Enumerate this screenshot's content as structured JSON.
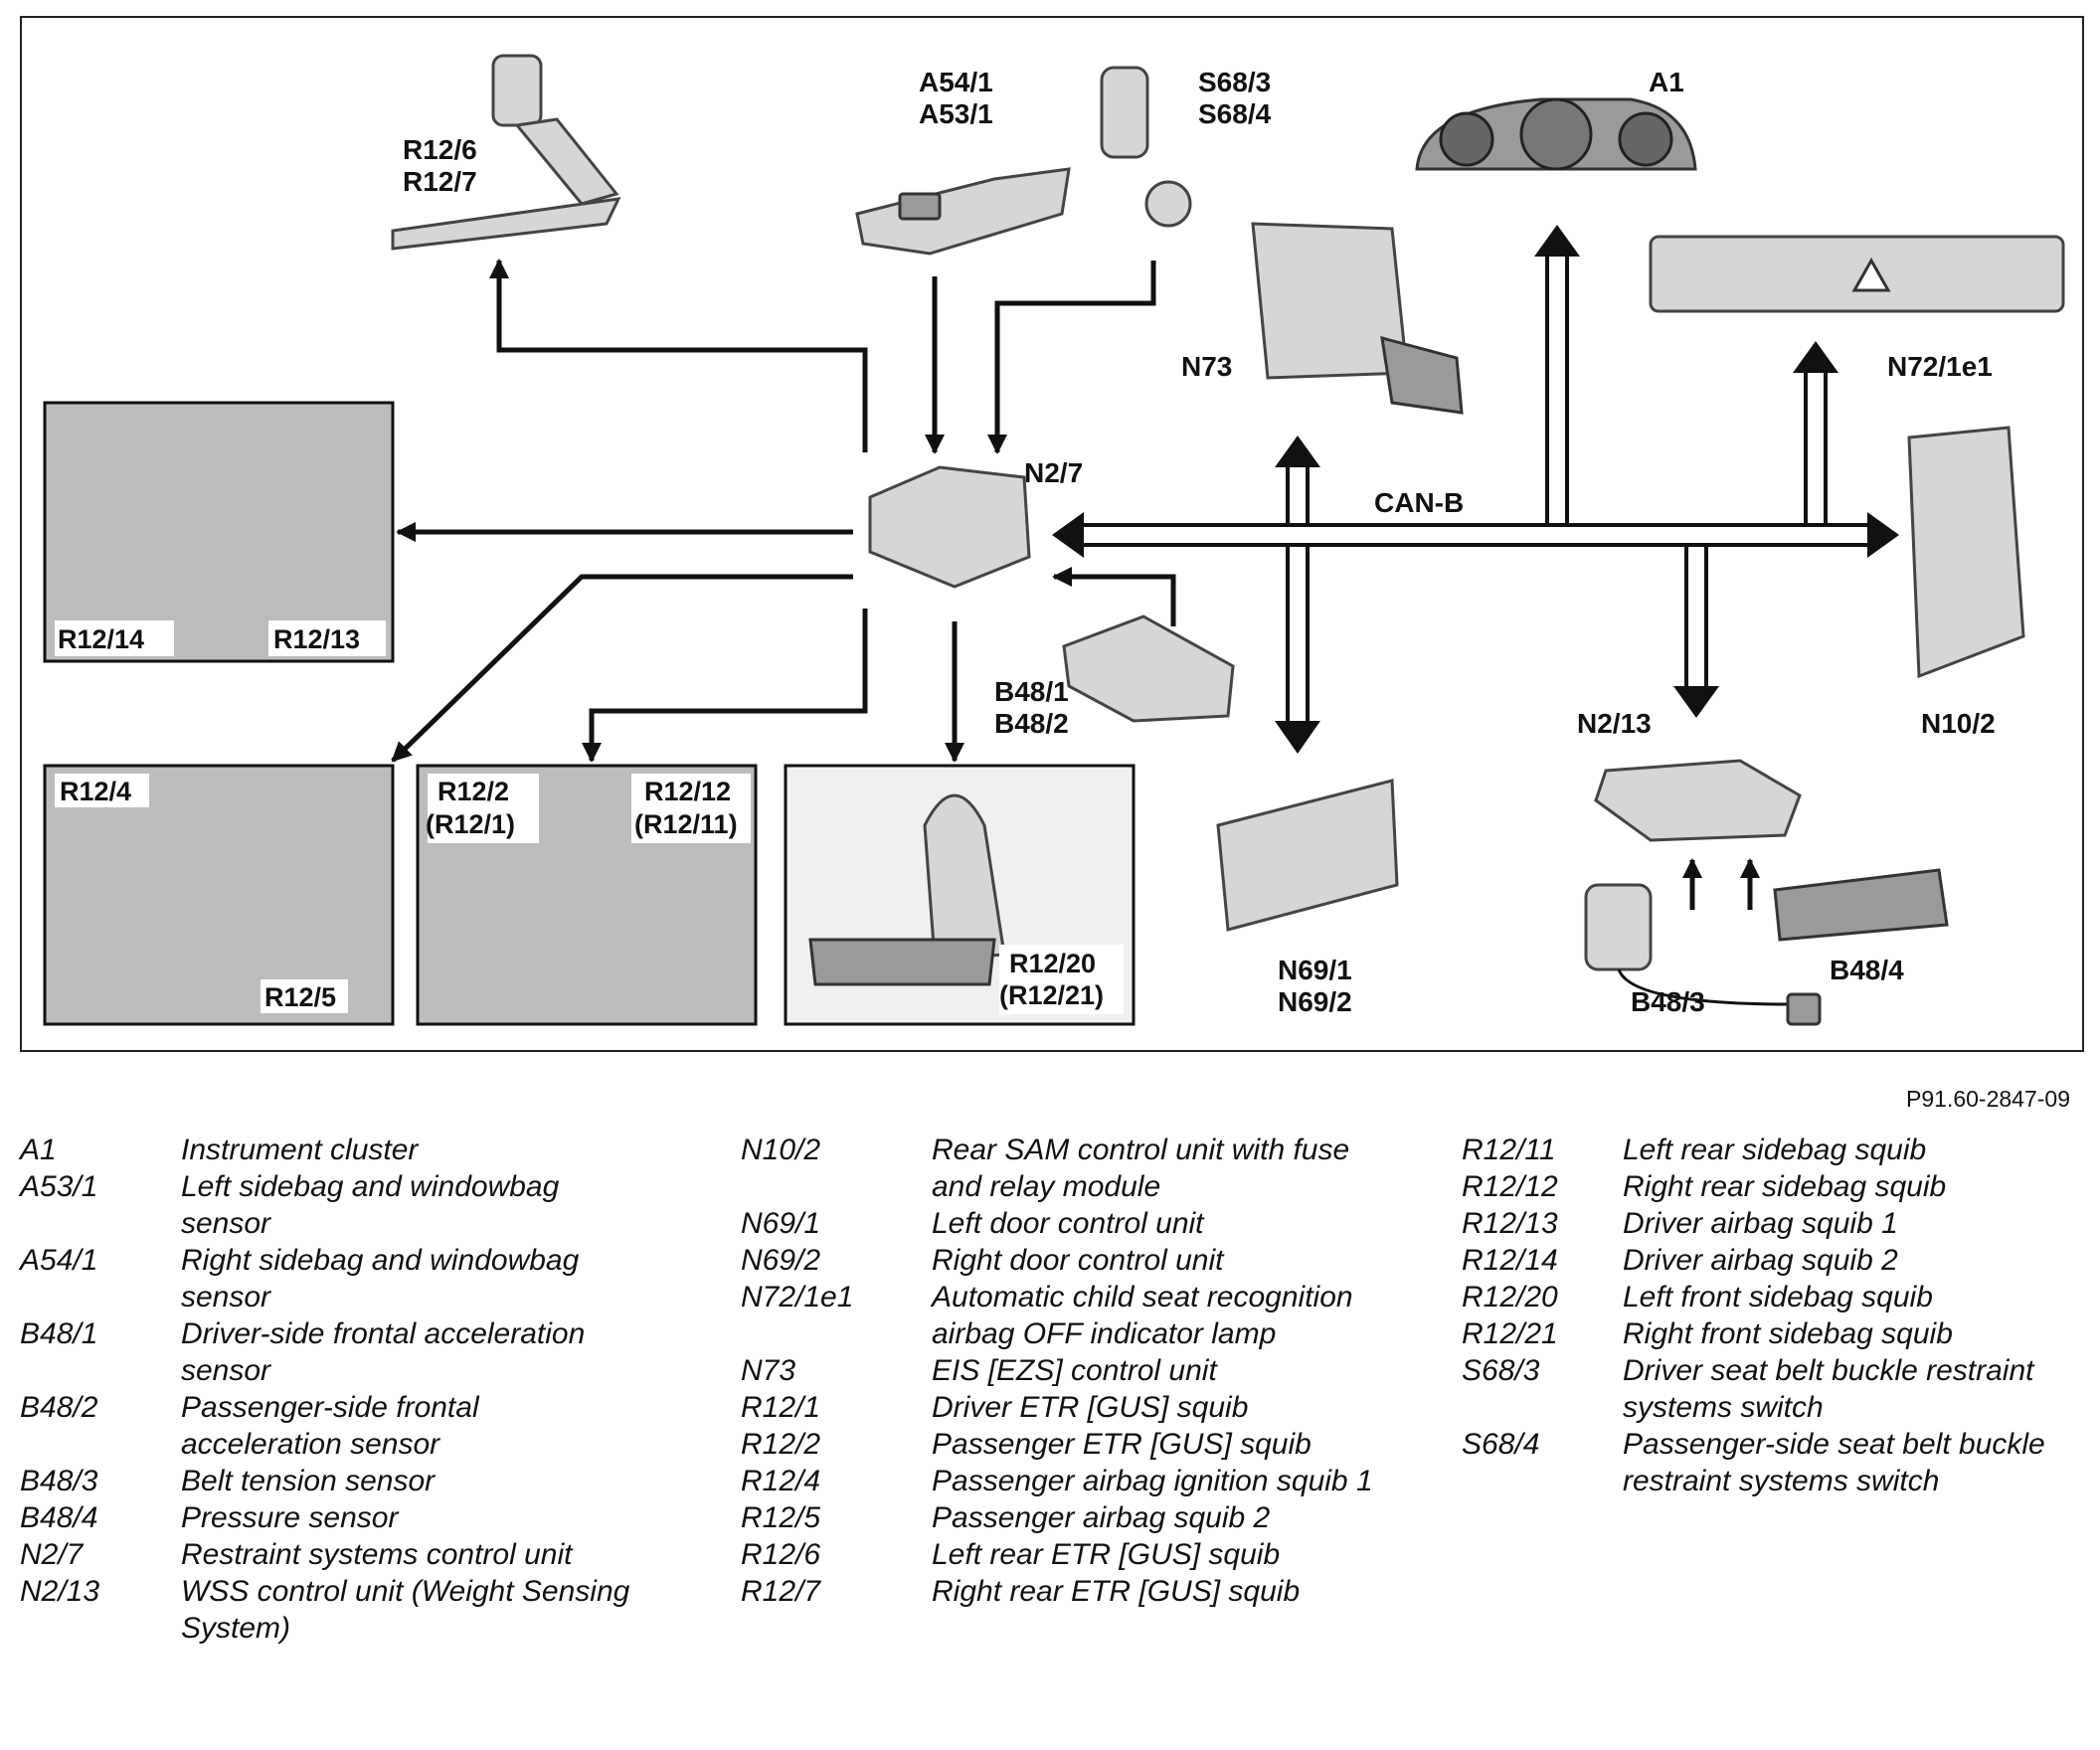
{
  "diagram": {
    "labels": {
      "r12_6": "R12/6",
      "r12_7": "R12/7",
      "a54_1": "A54/1",
      "a53_1": "A53/1",
      "s68_3": "S68/3",
      "s68_4": "S68/4",
      "a1": "A1",
      "n73": "N73",
      "n72_1e1": "N72/1e1",
      "n2_7": "N2/7",
      "can_b": "CAN-B",
      "r12_14": "R12/14",
      "r12_13": "R12/13",
      "b48_1": "B48/1",
      "b48_2": "B48/2",
      "n2_13": "N2/13",
      "n10_2": "N10/2",
      "r12_4": "R12/4",
      "r12_5": "R12/5",
      "r12_2": "R12/2",
      "r12_1_paren": "(R12/1)",
      "r12_12": "R12/12",
      "r12_11_paren": "(R12/11)",
      "r12_20": "R12/20",
      "r12_21_paren": "(R12/21)",
      "n69_1": "N69/1",
      "n69_2": "N69/2",
      "b48_3": "B48/3",
      "b48_4": "B48/4"
    },
    "figure_code": "P91.60-2847-09"
  },
  "legend": {
    "col1": [
      {
        "code": "A1",
        "desc": "Instrument cluster"
      },
      {
        "code": "A53/1",
        "desc": "Left sidebag and windowbag sensor"
      },
      {
        "code": "A54/1",
        "desc": "Right sidebag and windowbag sensor"
      },
      {
        "code": "B48/1",
        "desc": "Driver-side frontal acceleration sensor"
      },
      {
        "code": "B48/2",
        "desc": "Passenger-side frontal acceleration sensor"
      },
      {
        "code": "B48/3",
        "desc": "Belt tension sensor"
      },
      {
        "code": "B48/4",
        "desc": "Pressure sensor"
      },
      {
        "code": "N2/7",
        "desc": "Restraint systems control unit"
      },
      {
        "code": "N2/13",
        "desc": "WSS control unit (Weight Sensing System)"
      }
    ],
    "col2": [
      {
        "code": "N10/2",
        "desc": "Rear SAM control unit with fuse and relay module"
      },
      {
        "code": "N69/1",
        "desc": "Left door control unit"
      },
      {
        "code": "N69/2",
        "desc": "Right door control unit"
      },
      {
        "code": "N72/1e1",
        "desc": "Automatic child seat recognition airbag OFF indicator lamp"
      },
      {
        "code": "N73",
        "desc": "EIS [EZS] control unit"
      },
      {
        "code": "R12/1",
        "desc": "Driver ETR [GUS] squib"
      },
      {
        "code": "R12/2",
        "desc": "Passenger ETR [GUS] squib"
      },
      {
        "code": "R12/4",
        "desc": "Passenger airbag ignition squib 1"
      },
      {
        "code": "R12/5",
        "desc": "Passenger airbag squib 2"
      },
      {
        "code": "R12/6",
        "desc": "Left rear ETR [GUS] squib"
      },
      {
        "code": "R12/7",
        "desc": "Right rear ETR [GUS] squib"
      }
    ],
    "col3": [
      {
        "code": "R12/11",
        "desc": "Left rear sidebag squib"
      },
      {
        "code": "R12/12",
        "desc": "Right rear sidebag squib"
      },
      {
        "code": "R12/13",
        "desc": "Driver airbag squib 1"
      },
      {
        "code": "R12/14",
        "desc": "Driver airbag squib 2"
      },
      {
        "code": "R12/20",
        "desc": "Left front sidebag squib"
      },
      {
        "code": "R12/21",
        "desc": "Right front sidebag squib"
      },
      {
        "code": "S68/3",
        "desc": "Driver seat belt buckle restraint systems switch"
      },
      {
        "code": "S68/4",
        "desc": "Passenger-side seat belt buckle restraint systems switch"
      }
    ]
  }
}
